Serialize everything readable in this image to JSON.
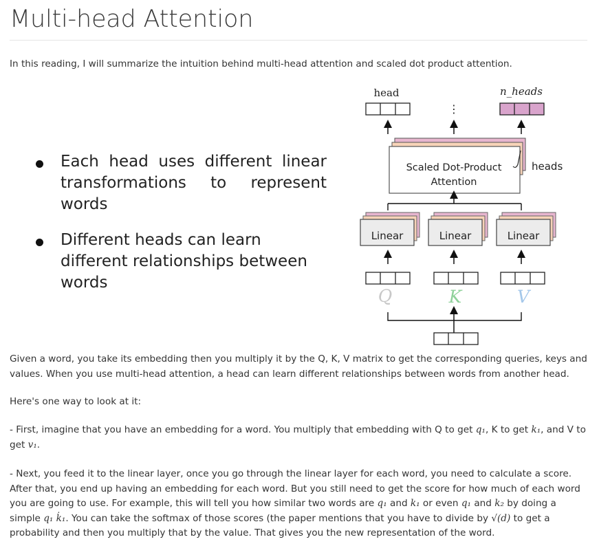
{
  "page": {
    "title": "Multi-head Attention",
    "intro": "In this reading, I will summarize the intuition behind multi-head attention and scaled dot product attention."
  },
  "slide": {
    "bullets": [
      "Each head uses different linear transformations to represent words",
      "Different heads can learn different relationships between words"
    ]
  },
  "diagram": {
    "head_label": "head",
    "n_heads_label": "n_heads",
    "ellipsis": "⋮",
    "attention_label_line1": "Scaled Dot-Product",
    "attention_label_line2": "Attention",
    "heads_label": "heads",
    "linear_label": "Linear",
    "q_label": "Q",
    "k_label": "K",
    "v_label": "V",
    "colors": {
      "head_fill": "#d9a4cc",
      "layer_pink": "#e8b6cf",
      "layer_peach": "#f7d3b8",
      "k_green": "#8fd19a",
      "v_blue": "#a5c8ea",
      "q_gray": "#c8c8c8"
    }
  },
  "body": {
    "p1": "Given a word, you take its embedding then you multiply it by the Q, K, V matrix to get the corresponding queries, keys and values. When you use multi-head attention, a head can learn different relationships between words from another head.",
    "p2": "Here's one way to look at it:",
    "p3_a": "- First, imagine that you have an embedding for a word. You multiply that embedding with Q to get ",
    "p3_q": "q₁",
    "p3_b": ", K to get ",
    "p3_k": "k₁",
    "p3_c": ", and V to get ",
    "p3_v": "v₁",
    "p3_d": ".",
    "p4_a": "- Next, you feed it to the linear layer, once you go through the linear layer for each word, you need to calculate a score. After that, you end up having an embedding for each word. But you still need to get the score for how much of each word you are going to use. For example, this will tell you how similar two words are ",
    "p4_q1": "q₁",
    "p4_b": " and ",
    "p4_k1": "k₁",
    "p4_c": " or even ",
    "p4_q1b": "q₁",
    "p4_d": " and ",
    "p4_k2": "k₂",
    "p4_e": " by doing a simple ",
    "p4_dot": "q₁ k̇₁",
    "p4_f": ". You can take the softmax of those scores (the paper mentions that you have to divide by ",
    "p4_sqrt": "√(d)",
    "p4_g": " to get a probability and then you multiply that by the value. That gives you the new representation of the word."
  }
}
